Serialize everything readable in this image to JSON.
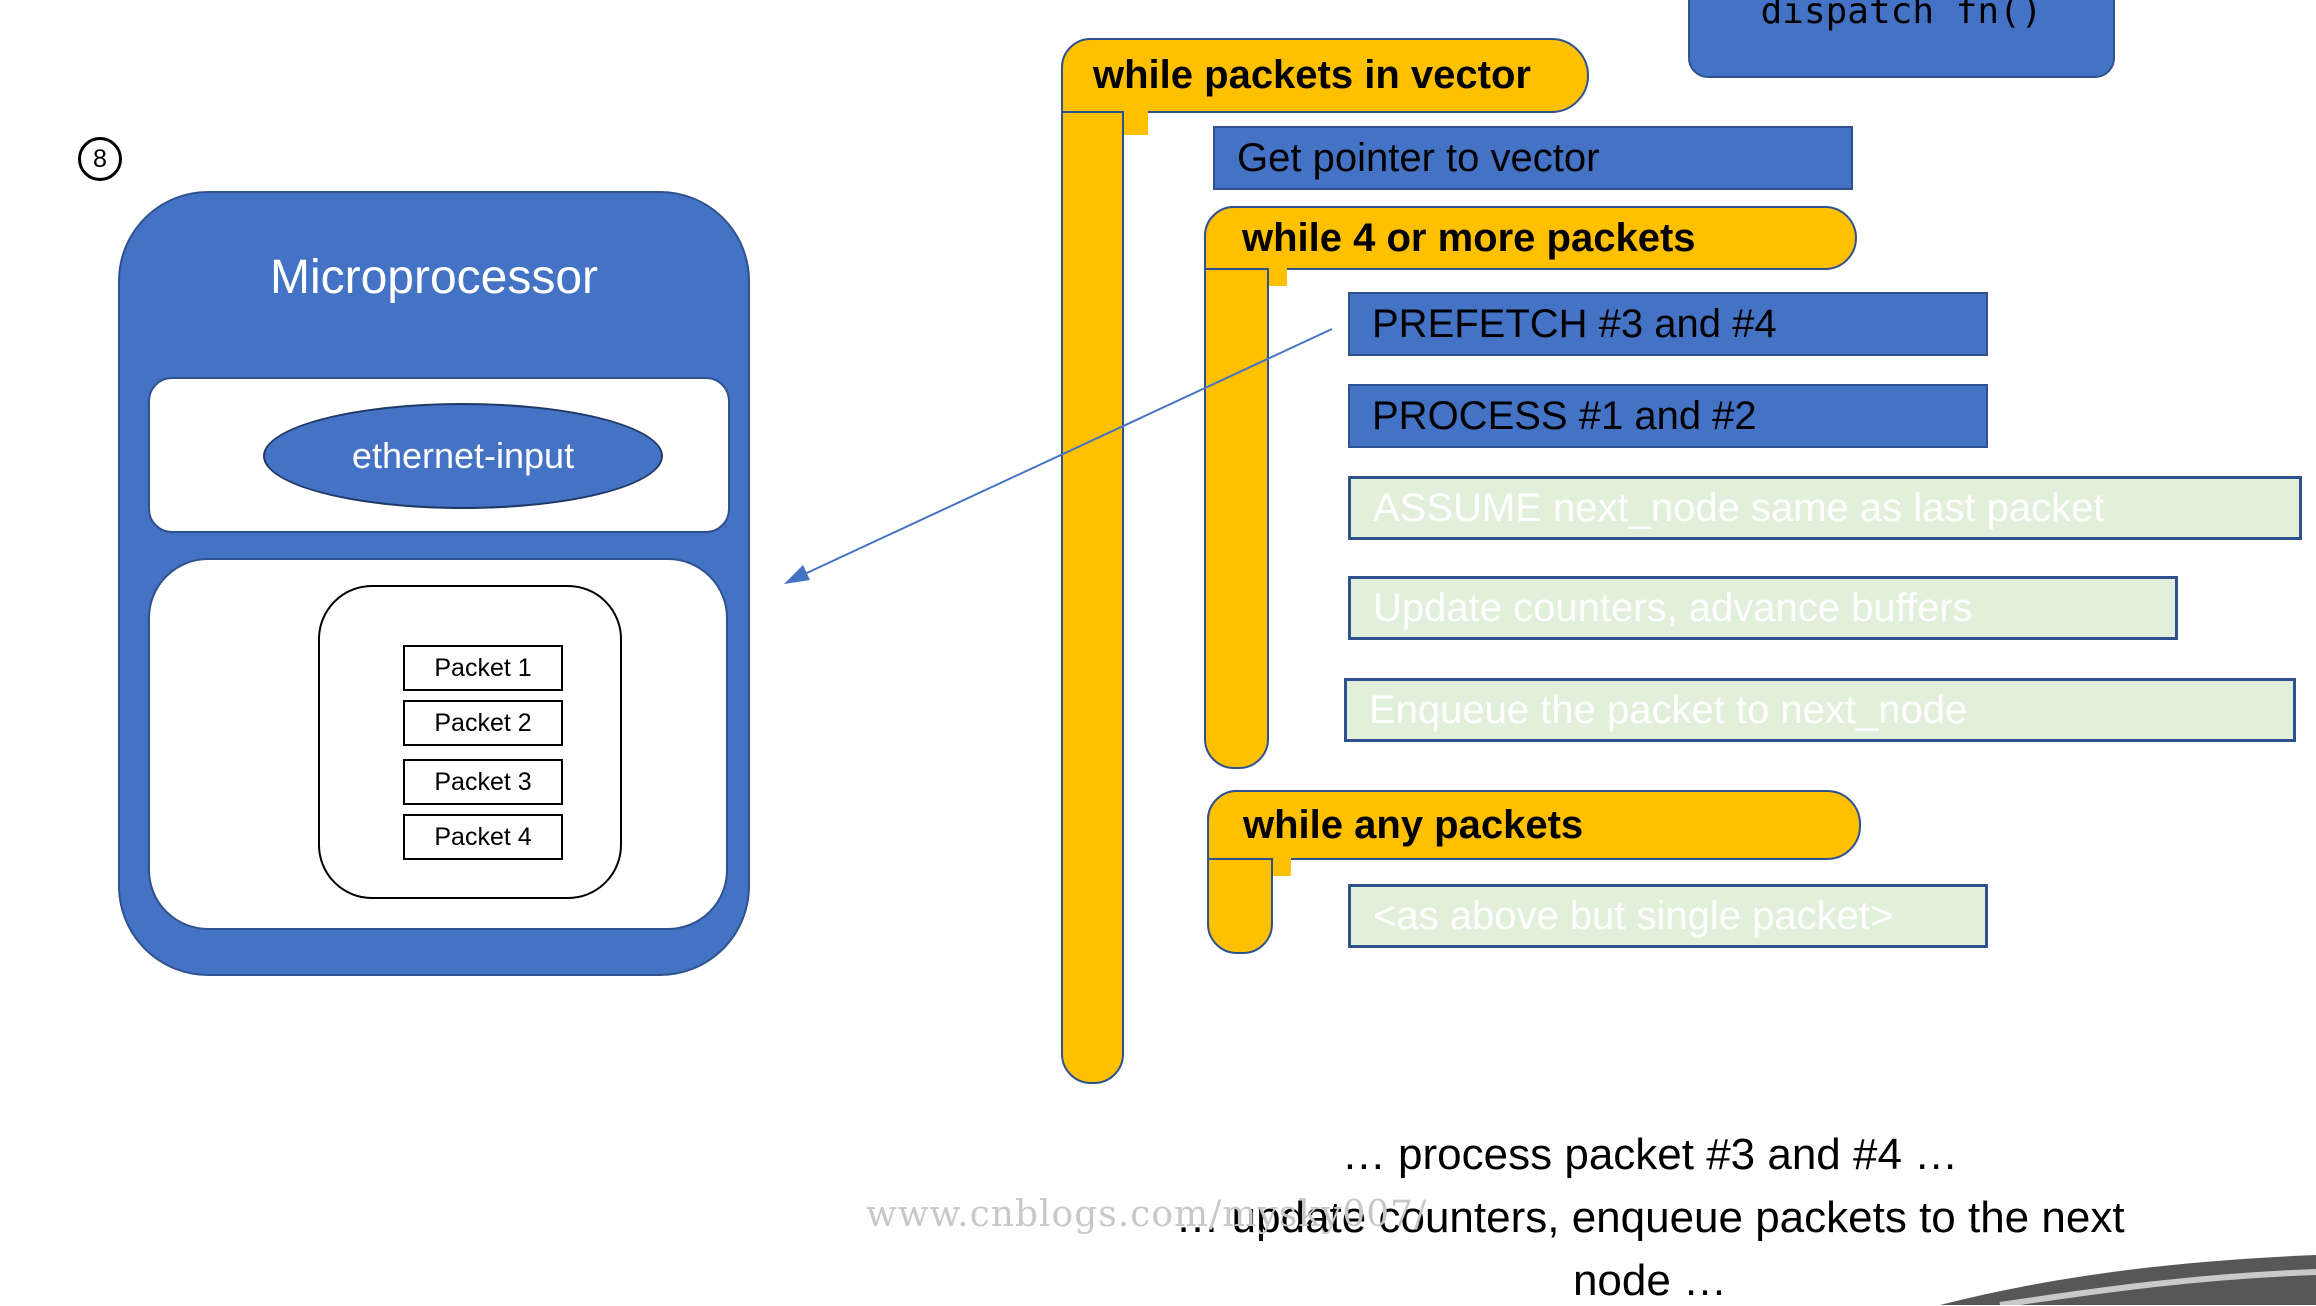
{
  "step_marker": "8",
  "microprocessor": {
    "title": "Microprocessor",
    "node": "ethernet-input",
    "packets": [
      "Packet 1",
      "Packet 2",
      "Packet 3",
      "Packet 4"
    ]
  },
  "code": {
    "dispatch": "dispatch fn()",
    "loop_outer": "while packets in vector",
    "get_pointer": "Get pointer to vector",
    "loop_four": "while 4 or more packets",
    "prefetch": "PREFETCH #3 and #4",
    "process": "PROCESS #1 and #2",
    "assume": "ASSUME next_node same as last packet",
    "update": "Update counters, advance buffers",
    "enqueue": "Enqueue the packet to next_node",
    "loop_any": "while any packets",
    "single": "<as above but single packet>"
  },
  "caption": {
    "line1": "… process packet #3 and #4 …",
    "line2": "… update counters, enqueue packets to the next",
    "line3": "node …"
  },
  "watermark": "www.cnblogs.com/mysky007/",
  "colors": {
    "blue": "#4472c4",
    "orange": "#ffc000",
    "faded_green": "#e2efda",
    "outline": "#2f528f"
  }
}
